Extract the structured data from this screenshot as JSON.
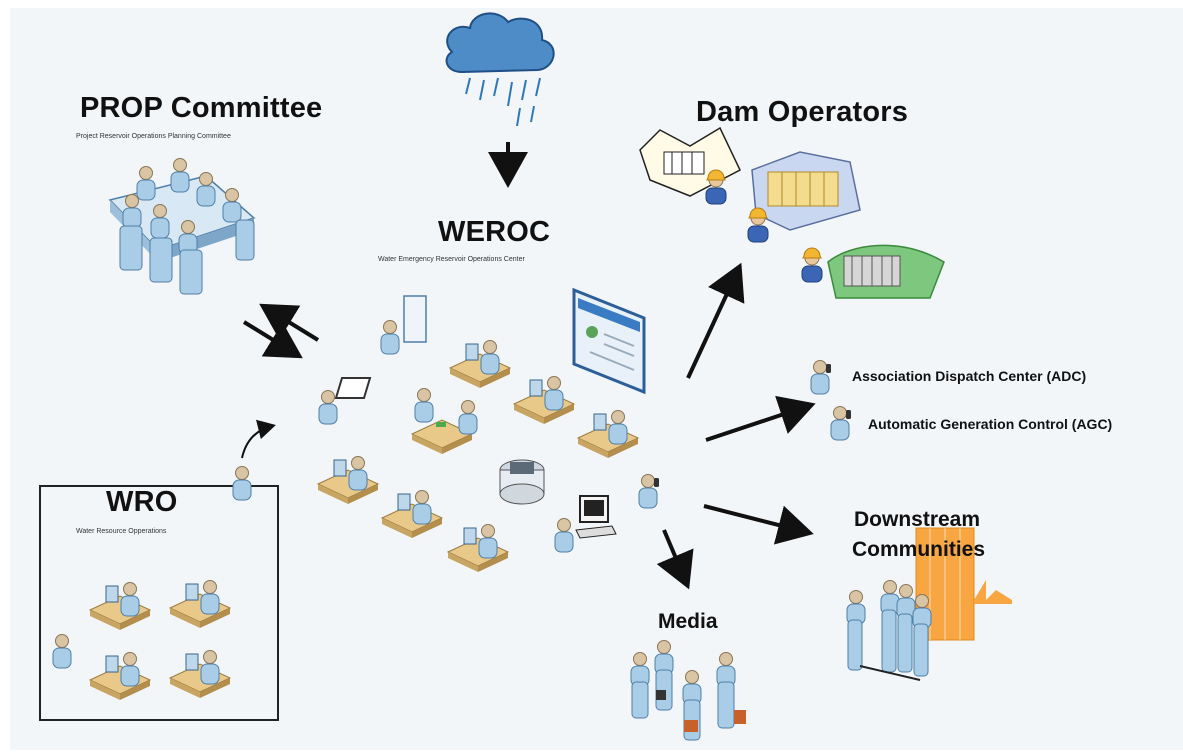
{
  "nodes": {
    "prop": {
      "title": "PROP Committee",
      "subtitle": "Project Reservoir Operations Planning Committee"
    },
    "weroc": {
      "title": "WEROC",
      "subtitle": "Water Emergency Reservoir Operations Center"
    },
    "dam": {
      "title": "Dam Operators"
    },
    "wro": {
      "title": "WRO",
      "subtitle": "Water Resource Opperations"
    },
    "adc": {
      "title": "Association Dispatch Center (ADC)"
    },
    "agc": {
      "title": "Automatic Generation Control (AGC)"
    },
    "downstream": {
      "line1": "Downstream",
      "line2": "Communities"
    },
    "media": {
      "title": "Media"
    }
  },
  "icons": [
    "rain-cloud-icon",
    "conference-table-icon",
    "workstation-icon",
    "server-icon",
    "monitor-screen-icon",
    "dam-icon",
    "hardhat-worker-icon",
    "phone-person-icon",
    "building-icon",
    "reporter-icon"
  ],
  "colors": {
    "person": "#a9cde6",
    "person_stroke": "#4f7fa8",
    "desk": "#e9c98a",
    "hardhat": "#f2b632",
    "cloud": "#2f78b8",
    "arrow": "#111111",
    "building": "#f7a642"
  }
}
